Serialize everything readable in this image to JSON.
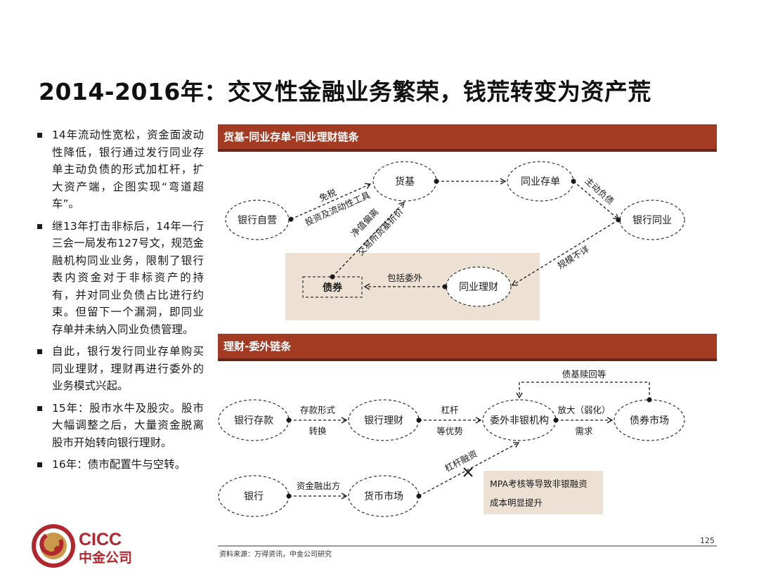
{
  "title": "2014-2016年：交叉性金融业务繁荣，钱荒转变为资产荒",
  "bullets": [
    "14年流动性宽松，资金面波动性降低，银行通过发行同业存单主动负债的形式加杠杆，扩大资产端，企图实现“弯道超车”。",
    "继13年打击非标后，14年一行三会一局发布127号文，规范金融机构同业业务，限制了银行表内资金对于非标资产的持有，并对同业负债占比进行约束。但留下一个漏洞，即同业存单并未纳入同业负债管理。",
    "自此，银行发行同业存单购买同业理财，理财再进行委外的业务模式兴起。",
    "15年：股市水牛及股灾。股市大幅调整之后，大量资金脱离股市开始转向银行理财。",
    "16年：债市配置牛与空转。"
  ],
  "section1": {
    "header": "货基-同业存单-同业理财链条",
    "nodes": {
      "bank_self": "银行自营",
      "money_fund": "货基",
      "ncd": "同业存单",
      "interbank_bank": "银行同业",
      "interbank_wm": "同业理财",
      "bond": "债券"
    },
    "labels": {
      "tax_free": "免税",
      "liquidity_tool": "投资及流动性工具",
      "net_value": "净值偏离",
      "trade_discount": "交易所货基折价",
      "active_liability": "主动负债",
      "scale_unknown": "规模不详",
      "include_outsource": "包括委外"
    }
  },
  "section2": {
    "header": "理财-委外链条",
    "nodes": {
      "bank_deposit": "银行存款",
      "bank_wm": "银行理财",
      "outsource_nonbank": "委外非银机构",
      "bond_market": "债券市场",
      "bank": "银行",
      "money_market": "货币市场"
    },
    "labels": {
      "deposit_form": "存款形式",
      "convert": "转换",
      "leverage": "杠杆",
      "advantages": "等优势",
      "amplify": "放大（弱化）",
      "demand": "需求",
      "redeem": "债基赎回等",
      "fund_out": "资金融出方",
      "leverage_financing": "杠杆融资",
      "mpa_line1": "MPA考核等导致非银融资",
      "mpa_line2": "成本明显提升"
    }
  },
  "footer": {
    "source": "资料来源：万得资讯，中金公司研究",
    "page": "125",
    "logo_en": "CICC",
    "logo_cn": "中金公司"
  },
  "colors": {
    "header_bar": "#a33a22",
    "header_stripe": "#6e2414",
    "highlight_box": "#ece1d2",
    "logo_red": "#b2272e",
    "logo_gold": "#c99a4a"
  }
}
